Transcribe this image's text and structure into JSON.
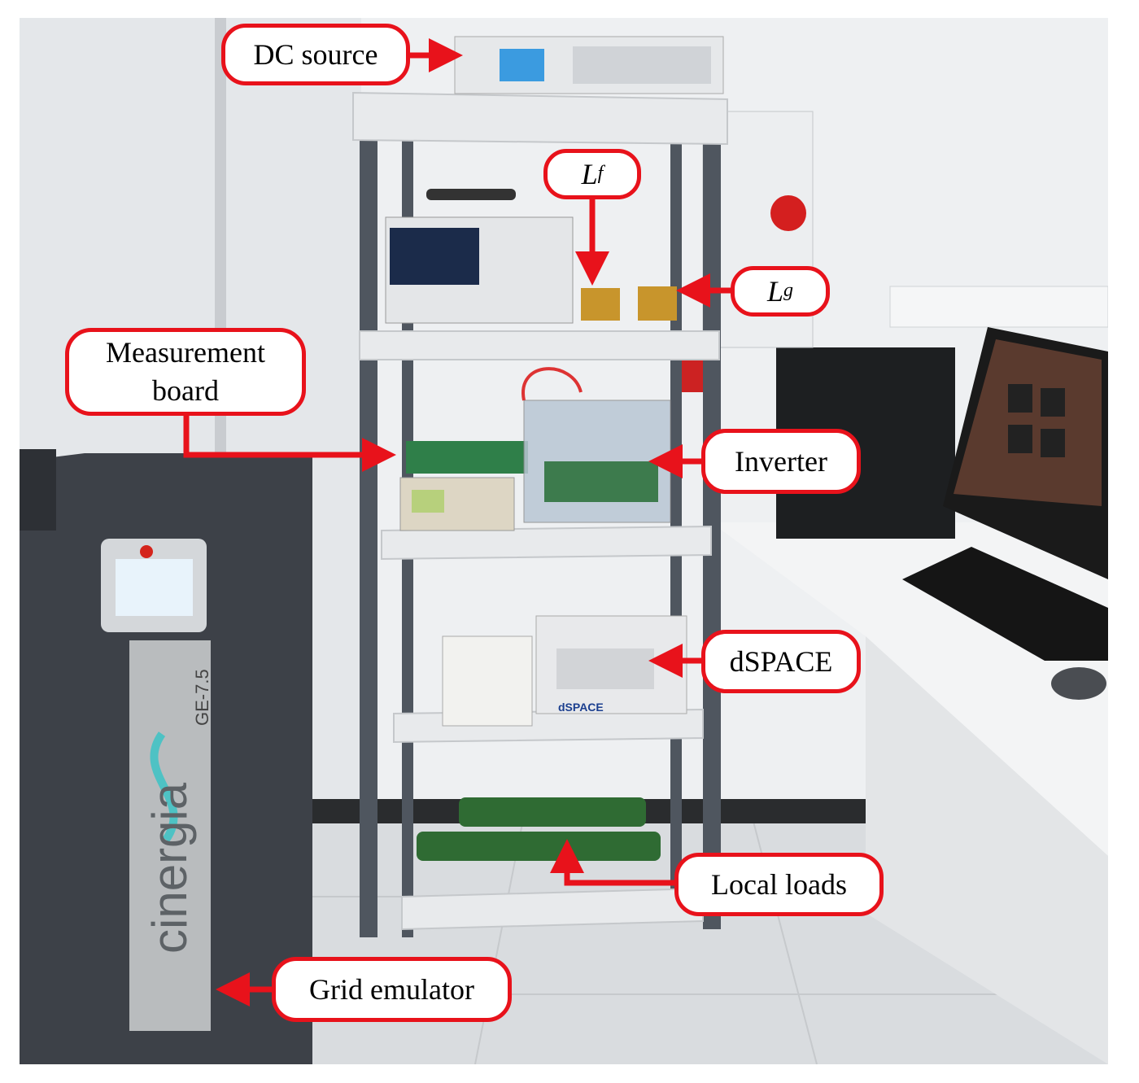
{
  "figure": {
    "photo_subject": "Laboratory test bench on a grey shelving rack with a grid emulator cabinet on the left and a desk with PC monitor on the right",
    "cabinet_brand": "cinergia",
    "cabinet_model": "GE-7.5",
    "dspace_brand": "dSPACE"
  },
  "labels": {
    "dc_source": "DC source",
    "lf_main": "L",
    "lf_sub": "f",
    "lg_main": "L",
    "lg_sub": "g",
    "measurement_line1": "Measurement",
    "measurement_line2": "board",
    "inverter": "Inverter",
    "dspace": "dSPACE",
    "local_loads": "Local loads",
    "grid_emulator": "Grid emulator"
  },
  "colors": {
    "callout_border": "#e8121b",
    "arrow": "#e8121b"
  }
}
